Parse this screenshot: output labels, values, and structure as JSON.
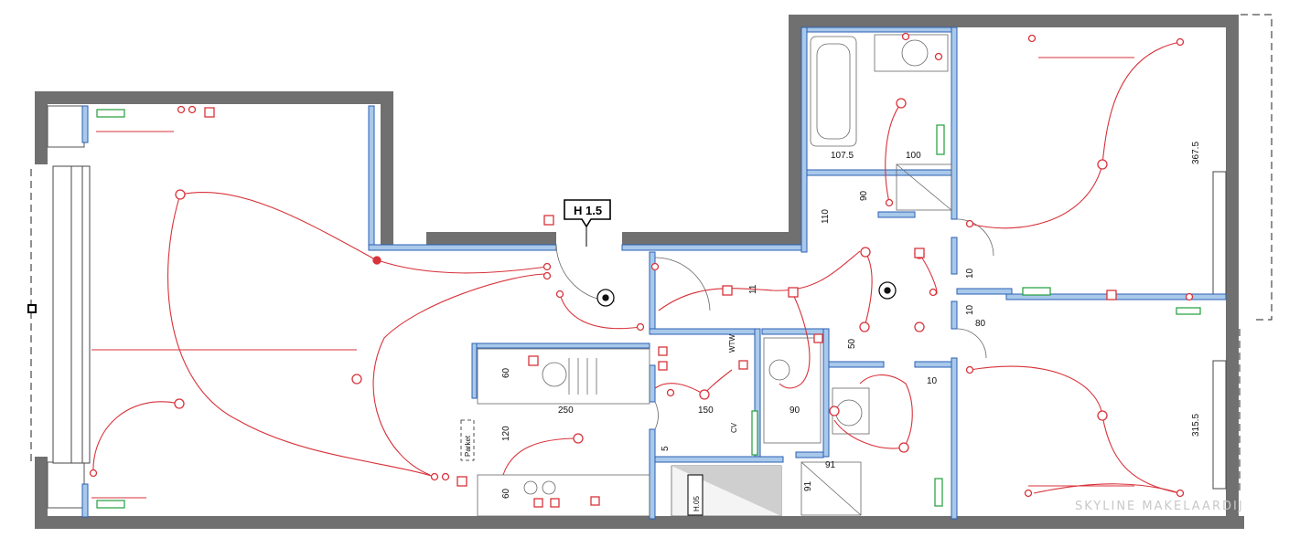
{
  "marker": {
    "label": "H 1.5"
  },
  "dimensions": {
    "d107_5": "107.5",
    "d100": "100",
    "d90_top": "90",
    "d110": "110",
    "d11": "11",
    "d10_a": "10",
    "d10_b": "10",
    "d80": "80",
    "d50": "50",
    "d10_c": "10",
    "d60_top": "60",
    "d250": "250",
    "d150": "150",
    "d120": "120",
    "d90_mid": "90",
    "d60_bottom": "60",
    "d91_a": "91",
    "d91_b": "91",
    "d5": "5",
    "d367_5": "367.5",
    "d315_5": "315.5"
  },
  "room_labels": {
    "parket": "Parket",
    "cv": "CV",
    "wtw": "WTW",
    "hws": "H.05"
  },
  "watermark": {
    "line1": "SKYLINE MAKELAARDIJ"
  },
  "colors": {
    "wire": "#d8323a",
    "wall_outer": "#707070",
    "wall_inner": "#a9c9ea",
    "wall_edge": "#2a5fb4",
    "radiator": "#1f9e3a"
  }
}
